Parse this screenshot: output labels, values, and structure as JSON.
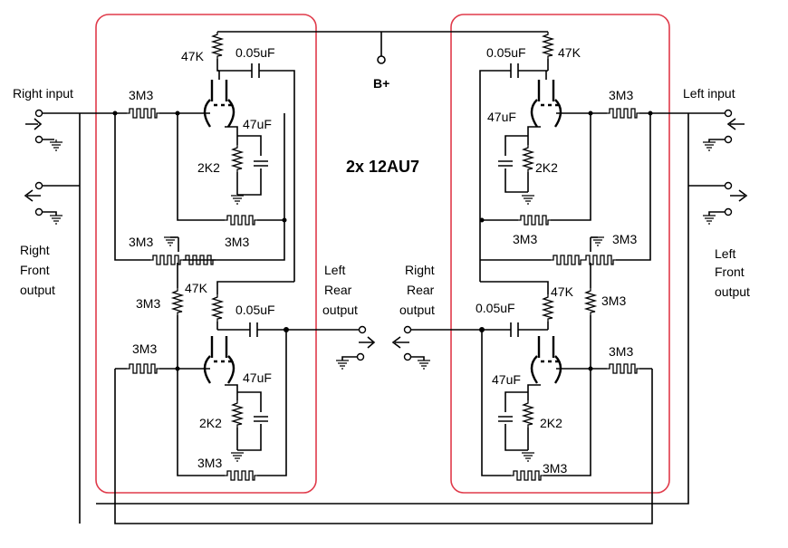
{
  "diagram": {
    "title": "2x 12AU7",
    "supply_label": "B+",
    "inputs": {
      "right": "Right input",
      "left": "Left input"
    },
    "outputs": {
      "right_front": [
        "Right",
        "Front",
        "output"
      ],
      "left_front": [
        "Left",
        "Front",
        "output"
      ],
      "left_rear": [
        "Left",
        "Rear",
        "output"
      ],
      "right_rear": [
        "Right",
        "Rear",
        "output"
      ]
    },
    "components": {
      "plate_resistor": "47K",
      "coupling_cap": "0.05uF",
      "cathode_cap": "47uF",
      "cathode_resistor": "2K2",
      "grid_resistor": "3M3"
    },
    "colors": {
      "wire": "#000000",
      "channel_box": "#e03a4a",
      "background": "#ffffff"
    }
  }
}
